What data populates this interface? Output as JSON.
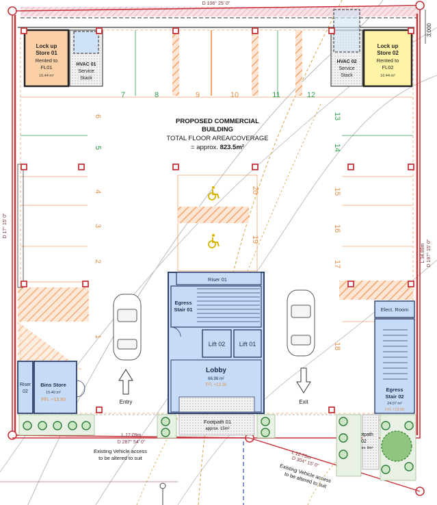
{
  "title": {
    "line1": "PROPOSED COMMERCIAL",
    "line2": "BUILDING",
    "line3": "TOTAL FLOOR AREA/COVERAGE",
    "line4_prefix": "= approx.",
    "line4_value": "823.5m²"
  },
  "dimensions": {
    "top": "D 106° 25' 0\"",
    "top_right": "3,000",
    "left": "D 17° 15' 0\"",
    "right_l": "L 34.89m",
    "right_d": "D 197° 15' 0\"",
    "bottom_left_l": "L 17.09m",
    "bottom_left_d": "D 287° 54' 0\"",
    "bottom_right_l": "L 12.75m",
    "bottom_right_d": "D 304° 15' 0\""
  },
  "rooms": {
    "store1": {
      "line1": "Lock up",
      "line2": "Store 01",
      "line3": "Rented to",
      "line4": "FL01",
      "area": "16.44 m²"
    },
    "store2": {
      "line1": "Lock up",
      "line2": "Store 02",
      "line3": "Rented to",
      "line4": "FL02",
      "area": "16.44 m²"
    },
    "hvac1": {
      "line1": "HVAC 01",
      "line2": "Service",
      "line3": "Stack"
    },
    "hvac2": {
      "line1": "HVAC 02",
      "line2": "Service",
      "line3": "Stack"
    },
    "riser01": "Riser 01",
    "egress1": {
      "line1": "Egress",
      "line2": "Stair 01"
    },
    "lift1": "Lift 01",
    "lift2": "Lift 02",
    "lobby": {
      "name": "Lobby",
      "area": "66.98 m²",
      "ffl": "FFL +13.30"
    },
    "elect": "Elect. Room",
    "egress2": {
      "line1": "Egress",
      "line2": "Stair 02",
      "area": "24.07 m²",
      "ffl": "FFL +13.00"
    },
    "riser02": {
      "line1": "Riser",
      "line2": "02"
    },
    "bins": {
      "name": "Bins Store",
      "area": "15.40 m²",
      "ffl": "FFL +13.80"
    }
  },
  "bays": {
    "top_row": [
      "7",
      "8",
      "9",
      "10",
      "11",
      "12"
    ],
    "left_col": [
      "6",
      "5",
      "4",
      "3",
      "2",
      "1"
    ],
    "right_col": [
      "13",
      "14",
      "15",
      "16",
      "17",
      "18"
    ],
    "center": [
      "20",
      "19"
    ]
  },
  "labels": {
    "entry": "Entry",
    "exit": "Exit",
    "footpath01": {
      "line1": "Footpath 01",
      "line2": "approx. 15m²"
    },
    "footpath02": {
      "line1": "Footpath",
      "line2": "02",
      "line3": "approx. 8m²"
    },
    "existing_left": {
      "line1": "Existing Vehicle access",
      "line2": "to be altered to suit"
    },
    "existing_right": {
      "line1": "Existing Vehicle access",
      "line2": "to be altered to suit"
    }
  },
  "colors": {
    "boundary": "#c8323a",
    "orange_hatch": "#f2a36e",
    "store_orange": "#fcd0a6",
    "store_yellow": "#fff3a6",
    "core_blue": "#c6dcf6",
    "core_line": "#2a3d6b",
    "green_bay": "#2f9b4d",
    "tree_green": "#2c7a36",
    "contour": "#d5a24a"
  }
}
